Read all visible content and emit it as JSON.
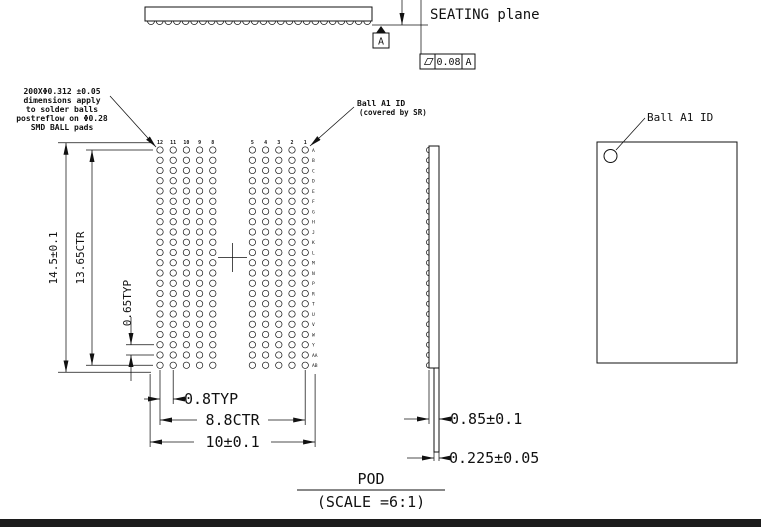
{
  "drawing": {
    "side_view": {
      "seating_plane_label": "SEATING plane",
      "datum_label": "A",
      "flatness": {
        "symbol": "flatness-parallelogram",
        "tolerance": "0.08",
        "datum": "A"
      }
    },
    "solder_ball_note": {
      "lines": [
        "200XΦ0.312 ±0.05",
        "dimensions apply",
        "to solder balls",
        "postreflow on Φ0.28",
        "SMD BALL pads"
      ]
    },
    "bottom_view": {
      "ball_a1_note": {
        "lines": [
          "Ball A1 ID",
          "(covered by SR)"
        ]
      },
      "col_labels_left": [
        "12",
        "11",
        "10",
        "9",
        "8"
      ],
      "col_labels_right": [
        "5",
        "4",
        "3",
        "2",
        "1"
      ],
      "row_labels": [
        "A",
        "B",
        "C",
        "D",
        "E",
        "F",
        "G",
        "H",
        "J",
        "K",
        "L",
        "M",
        "N",
        "P",
        "R",
        "T",
        "U",
        "V",
        "W",
        "Y",
        "AA",
        "AB"
      ],
      "dims": {
        "height": "14.5±0.1",
        "height_ctr": "13.65CTR",
        "row_pitch": "0.65TYP",
        "col_pitch": "0.8TYP",
        "width_ctr": "8.8CTR",
        "width": "10±0.1"
      }
    },
    "profile_view": {
      "dims": {
        "body": "0.85±0.1",
        "standoff": "0.225±0.05"
      }
    },
    "top_view": {
      "ball_a1_label": "Ball A1 ID"
    },
    "title_block": {
      "title": "POD",
      "scale": "(SCALE =6:1)"
    }
  }
}
